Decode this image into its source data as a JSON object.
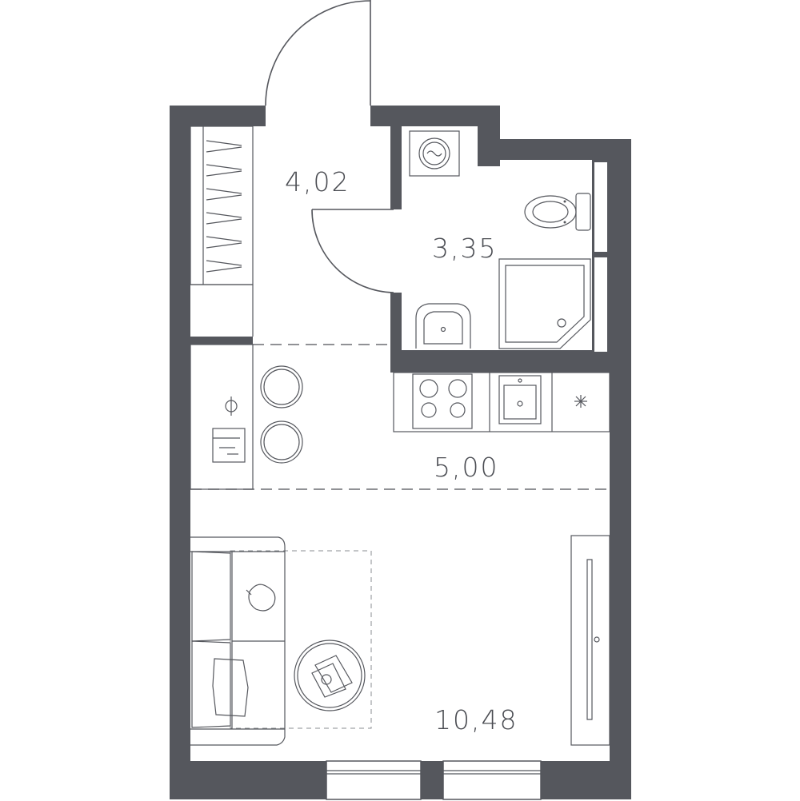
{
  "floorplan": {
    "rooms": [
      {
        "id": "hallway",
        "area": "4,02"
      },
      {
        "id": "bathroom",
        "area": "3,35"
      },
      {
        "id": "kitchen",
        "area": "5,00"
      },
      {
        "id": "living-room",
        "area": "10,48"
      }
    ]
  },
  "colors": {
    "wall": "#55575d",
    "background": "#ffffff",
    "label": "#4a4c52"
  },
  "icons": [
    "entrance-door-icon",
    "bathroom-door-icon",
    "wardrobe-icon",
    "washing-machine-icon",
    "toilet-icon",
    "shower-tray-icon",
    "washbasin-icon",
    "cooktop-icon",
    "sink-icon",
    "dining-table-icon",
    "chair-icon",
    "sofa-icon",
    "coffee-table-icon",
    "rug-icon",
    "tv-stand-icon",
    "window-icon"
  ]
}
